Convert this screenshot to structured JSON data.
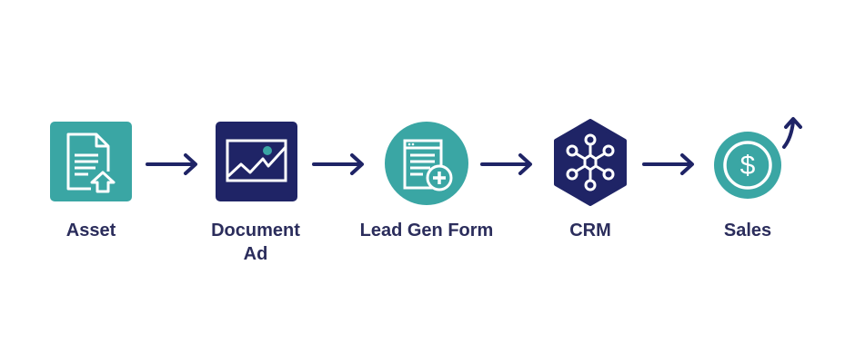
{
  "colors": {
    "teal": "#3aa6a4",
    "navy": "#1f2466",
    "text": "#2b2d5c",
    "accent_dot": "#3aa6a4"
  },
  "steps": [
    {
      "label": "Asset",
      "icon": "document-upload-icon"
    },
    {
      "label": "Document",
      "label2": "Ad",
      "icon": "chart-image-icon"
    },
    {
      "label": "Lead Gen Form",
      "icon": "form-add-icon"
    },
    {
      "label": "CRM",
      "icon": "network-hub-icon"
    },
    {
      "label": "Sales",
      "icon": "dollar-coin-icon"
    }
  ],
  "connectors": [
    "arrow-right",
    "arrow-right",
    "arrow-right",
    "arrow-right"
  ],
  "growth_indicator": "arrow-up-icon"
}
